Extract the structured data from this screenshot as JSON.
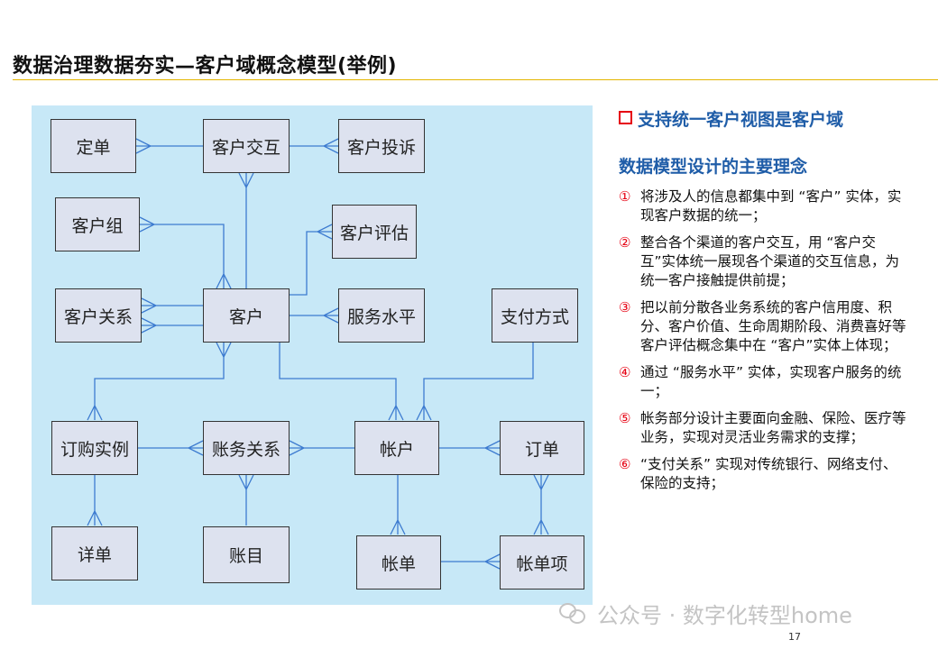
{
  "slide": {
    "title": "数据治理数据夯实—客户域概念模型(举例)",
    "page_number": "17"
  },
  "diagram": {
    "entities": {
      "dingdan": "定单",
      "kehu_jiaohu": "客户交互",
      "kehu_tousu": "客户投诉",
      "kehu_zu": "客户组",
      "kehu_pinggu": "客户评估",
      "kehu_guanxi": "客户关系",
      "kehu": "客户",
      "fuwu_shuiping": "服务水平",
      "zhifu_fangshi": "支付方式",
      "dinggou_shili": "订购实例",
      "zhangwu_guanxi": "账务关系",
      "zhanghu": "帐户",
      "dingdan2": "订单",
      "xiangdan": "详单",
      "zhangmu": "账目",
      "zhangdan": "帐单",
      "zhangdan_xiang": "帐单项"
    }
  },
  "side": {
    "heading_line1": "支持统一客户视图是客户域",
    "heading_line2": "数据模型设计的主要理念",
    "points": [
      {
        "num": "①",
        "text": "将涉及人的信息都集中到 “客户” 实体，实现客户数据的统一；"
      },
      {
        "num": "②",
        "text": "整合各个渠道的客户交互，用 “客户交互”实体统一展现各个渠道的交互信息，为统一客户接触提供前提；"
      },
      {
        "num": "③",
        "text": "把以前分散各业务系统的客户信用度、积分、客户价值、生命周期阶段、消费喜好等客户评估概念集中在 “客户”实体上体现；"
      },
      {
        "num": "④",
        "text": "通过 “服务水平” 实体，实现客户服务的统一；"
      },
      {
        "num": "⑤",
        "text": "帐务部分设计主要面向金融、保险、医疗等业务，实现对灵活业务需求的支撑；"
      },
      {
        "num": "⑥",
        "text": "“支付关系” 实现对传统银行、网络支付、保险的支持；"
      }
    ]
  },
  "watermark": {
    "icon": "wechat-icon",
    "text": "公众号 · 数字化转型home"
  },
  "colors": {
    "diagram_bg": "#c7e8f7",
    "entity_fill": "#dde2ef",
    "line": "#3d7bd0",
    "heading": "#1f5da8",
    "accent_red": "#e60012",
    "rule": "#e3b500"
  }
}
